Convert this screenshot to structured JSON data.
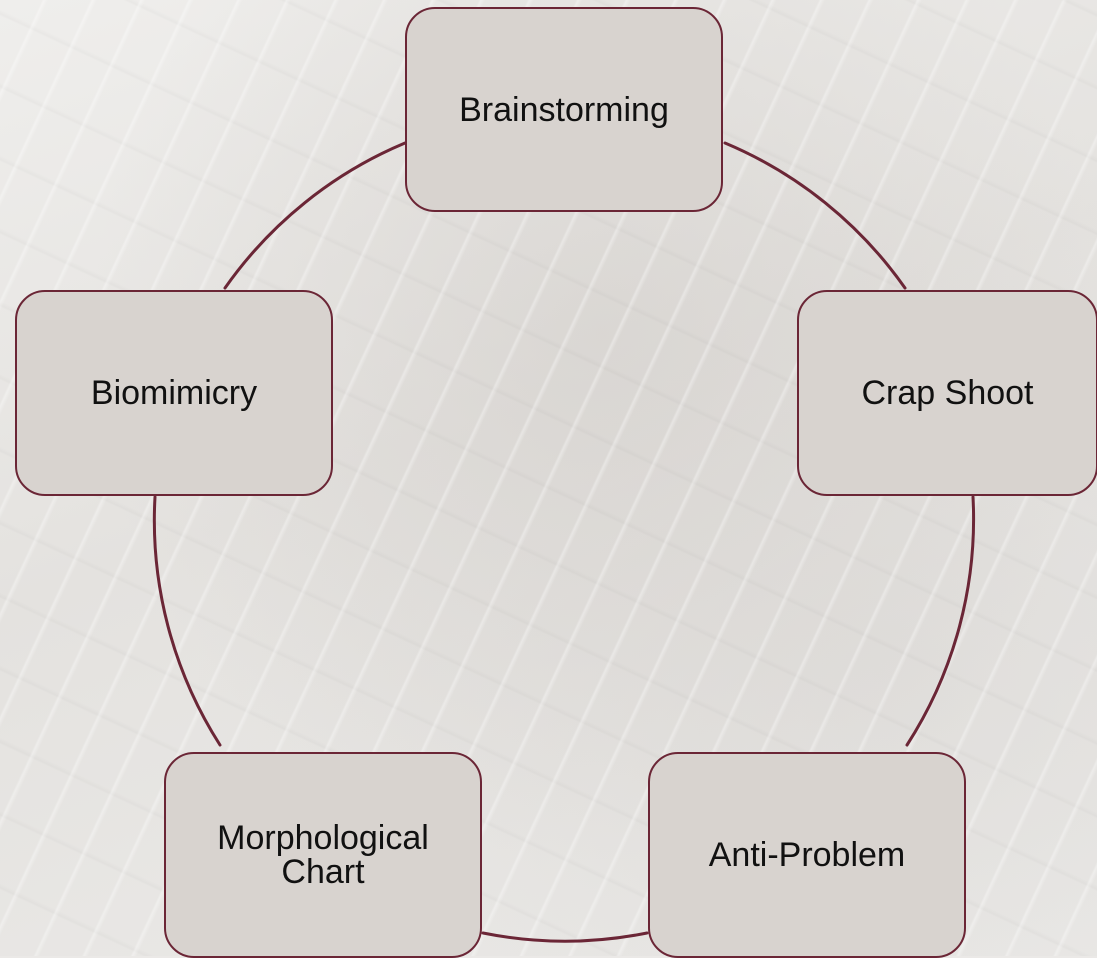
{
  "diagram": {
    "type": "cycle",
    "connector_color": "#6b2636",
    "node_fill": "#d8d3cf",
    "nodes": [
      {
        "id": "brainstorming",
        "label": "Brainstorming"
      },
      {
        "id": "crap-shoot",
        "label": "Crap Shoot"
      },
      {
        "id": "anti-problem",
        "label": "Anti-Problem"
      },
      {
        "id": "morphological-chart",
        "label": "Morphological\nChart"
      },
      {
        "id": "biomimicry",
        "label": "Biomimicry"
      }
    ]
  }
}
